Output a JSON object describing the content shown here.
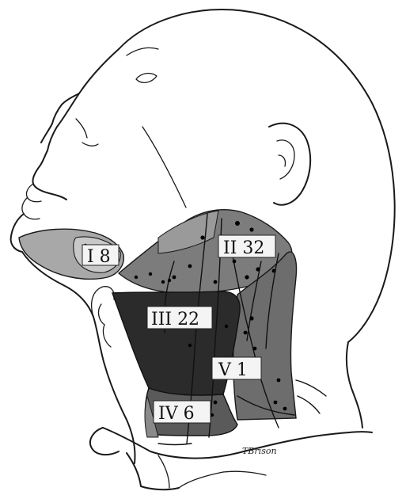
{
  "levels": [
    {
      "id": "I",
      "count": 8,
      "text": "I 8",
      "shade": "#a8a8a8"
    },
    {
      "id": "II",
      "count": 32,
      "text": "II 32",
      "shade": "#7c7c7c"
    },
    {
      "id": "III",
      "count": 22,
      "text": "III 22",
      "shade": "#2b2b2b"
    },
    {
      "id": "IV",
      "count": 6,
      "text": "IV 6",
      "shade": "#5a5a5a"
    },
    {
      "id": "V",
      "count": 1,
      "text": "V 1",
      "shade": "#6d6d6d"
    }
  ],
  "signature": "TBrison"
}
